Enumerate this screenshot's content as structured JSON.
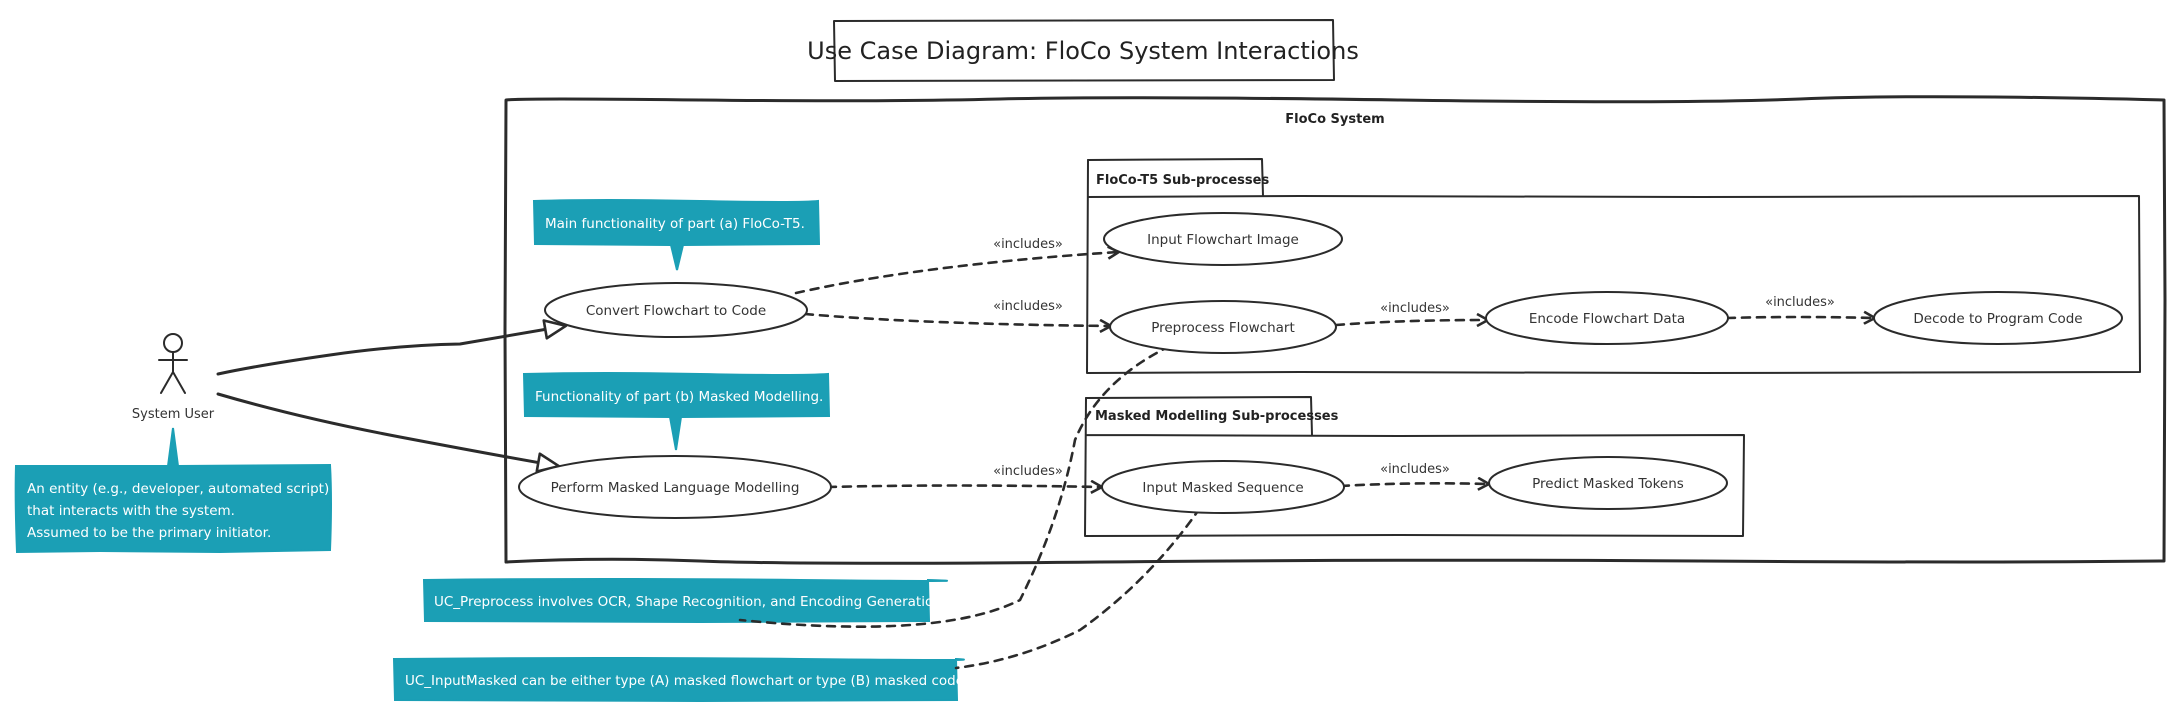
{
  "title": "Use Case Diagram: FloCo System Interactions",
  "system": {
    "label": "FloCo System",
    "packages": {
      "floco_t5": "FloCo-T5 Sub-processes",
      "masked": "Masked Modelling Sub-processes"
    }
  },
  "actor": {
    "label": "System User"
  },
  "use_cases": {
    "convert": "Convert Flowchart to Code",
    "masked_lm": "Perform Masked Language Modelling",
    "input_image": "Input Flowchart Image",
    "preprocess": "Preprocess Flowchart",
    "encode": "Encode Flowchart Data",
    "decode": "Decode to Program Code",
    "input_masked": "Input Masked Sequence",
    "predict": "Predict Masked Tokens"
  },
  "relation_label": "«includes»",
  "notes": {
    "main_a": "Main functionality of part (a) FloCo-T5.",
    "part_b": "Functionality of part (b) Masked Modelling.",
    "actor_lines": [
      "An entity (e.g., developer, automated script)",
      "that interacts with the system.",
      "Assumed to be the primary initiator."
    ],
    "preprocess": "UC_Preprocess involves OCR, Shape Recognition, and Encoding Generation.",
    "input_masked": "UC_InputMasked can be either type (A) masked flowchart or type (B) masked code."
  },
  "colors": {
    "note": "#1b9fb5",
    "ink": "#2b2b2b"
  }
}
